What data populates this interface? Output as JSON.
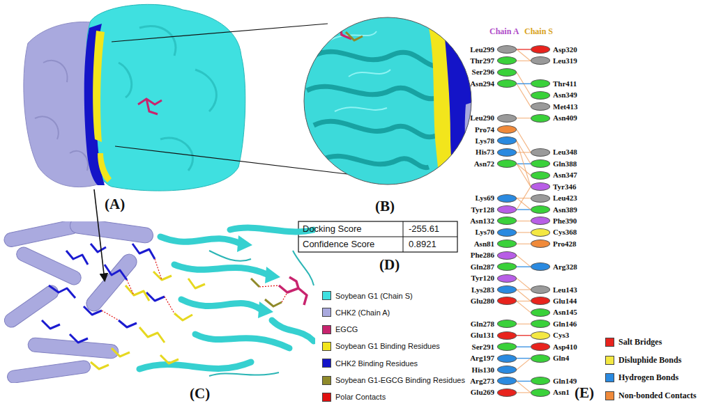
{
  "diagram": {
    "nodes": [
      {
        "text": [
          "Leu299"
        ]
      },
      {
        "text": [
          "Asp320"
        ]
      },
      {
        "text": [
          "Thr297"
        ]
      },
      {
        "text": [
          "Leu319"
        ]
      },
      {
        "text": [
          "Ser296"
        ]
      },
      {
        "text": [
          "Asn294"
        ]
      },
      {
        "text": [
          "Thr411"
        ]
      },
      {
        "text": [
          "Asn349"
        ]
      },
      {
        "text": [
          "Met413"
        ]
      },
      {
        "text": [
          "Leu290"
        ]
      },
      {
        "text": [
          "Asn409"
        ]
      },
      {
        "text": [
          "Pro74"
        ]
      },
      {
        "text": [
          "Lys78"
        ]
      },
      {
        "text": [
          "His73"
        ]
      },
      {
        "text": [
          "Leu348"
        ]
      },
      {
        "text": [
          "Asn72"
        ]
      },
      {
        "text": [
          "Gln388"
        ]
      },
      {
        "text": [
          "Asn347"
        ]
      },
      {
        "text": [
          "Tyr346"
        ]
      },
      {
        "text": [
          "Lys69"
        ]
      },
      {
        "text": [
          "Leu423"
        ]
      },
      {
        "text": [
          "Tyr128"
        ]
      },
      {
        "text": [
          "Asn389"
        ]
      },
      {
        "text": [
          "Asn132"
        ]
      },
      {
        "text": [
          "Phe390"
        ]
      },
      {
        "text": [
          "Lys70"
        ]
      },
      {
        "text": [
          "Cys368"
        ]
      },
      {
        "text": [
          "Asn81"
        ]
      },
      {
        "text": [
          "Pro428"
        ]
      },
      {
        "text": [
          "Phe286"
        ]
      },
      {
        "text": [
          "Gln287"
        ]
      },
      {
        "text": [
          "Arg328"
        ]
      },
      {
        "text": [
          "Tyr120"
        ]
      },
      {
        "text": [
          "Lys283"
        ]
      },
      {
        "text": [
          "Leu143"
        ]
      },
      {
        "text": [
          "Glu280"
        ]
      },
      {
        "text": [
          "Glu144"
        ]
      },
      {
        "text": [
          "Asn145"
        ]
      },
      {
        "text": [
          "Gln278"
        ]
      },
      {
        "text": [
          "Gln146"
        ]
      },
      {
        "text": [
          "Glu131"
        ]
      },
      {
        "text": [
          "Cys3"
        ]
      },
      {
        "text": [
          "Ser291"
        ]
      },
      {
        "text": [
          "Asp410"
        ]
      },
      {
        "text": [
          "Arg197"
        ]
      },
      {
        "text": [
          "Gln4"
        ]
      },
      {
        "text": [
          "His130"
        ]
      },
      {
        "text": [
          "Arg273"
        ]
      },
      {
        "text": [
          "Gln149"
        ]
      },
      {
        "text": [
          "Glu269"
        ]
      },
      {
        "text": [
          "Asn1"
        ]
      }
    ],
    "edges": [
      {
        "from": 0,
        "to": 1,
        "arrow": "none"
      },
      {
        "from": 0,
        "to": 3,
        "arrow": "none"
      },
      {
        "from": 2,
        "to": 3,
        "arrow": "none"
      },
      {
        "from": 4,
        "to": 7,
        "arrow": "none"
      },
      {
        "from": 5,
        "to": 6,
        "arrow": "none"
      },
      {
        "from": 5,
        "to": 8,
        "arrow": "none"
      },
      {
        "from": 9,
        "to": 10,
        "arrow": "none"
      },
      {
        "from": 11,
        "to": 14,
        "arrow": "none"
      },
      {
        "from": 12,
        "to": 16,
        "arrow": "none"
      },
      {
        "from": 13,
        "to": 14,
        "arrow": "none"
      },
      {
        "from": 15,
        "to": 16,
        "arrow": "none"
      },
      {
        "from": 15,
        "to": 17,
        "arrow": "none"
      },
      {
        "from": 15,
        "to": 18,
        "arrow": "none"
      },
      {
        "from": 19,
        "to": 20,
        "arrow": "none"
      },
      {
        "from": 12,
        "to": 18,
        "arrow": "none"
      },
      {
        "from": 21,
        "to": 22,
        "arrow": "none"
      },
      {
        "from": 21,
        "to": 18,
        "arrow": "none"
      },
      {
        "from": 23,
        "to": 24,
        "arrow": "none"
      },
      {
        "from": 25,
        "to": 26,
        "arrow": "none"
      },
      {
        "from": 19,
        "to": 22,
        "arrow": "none"
      },
      {
        "from": 27,
        "to": 28,
        "arrow": "none"
      },
      {
        "from": 29,
        "to": 31,
        "arrow": "none"
      },
      {
        "from": 30,
        "to": 31,
        "arrow": "none"
      },
      {
        "from": 32,
        "to": 34,
        "arrow": "none"
      },
      {
        "from": 33,
        "to": 34,
        "arrow": "none"
      },
      {
        "from": 33,
        "to": 36,
        "arrow": "none"
      },
      {
        "from": 35,
        "to": 36,
        "arrow": "none"
      },
      {
        "from": 35,
        "to": 37,
        "arrow": "none"
      },
      {
        "from": 38,
        "to": 39,
        "arrow": "none"
      },
      {
        "from": 40,
        "to": 41,
        "arrow": "none"
      },
      {
        "from": 42,
        "to": 43,
        "arrow": "none"
      },
      {
        "from": 44,
        "to": 45,
        "arrow": "none"
      },
      {
        "from": 46,
        "to": 45,
        "arrow": "none"
      },
      {
        "from": 47,
        "to": 48,
        "arrow": "none"
      },
      {
        "from": 47,
        "to": 50,
        "arrow": "none"
      },
      {
        "from": 49,
        "to": 50,
        "arrow": "none"
      }
    ],
    "labels": [
      "(A)",
      "(B)",
      "(C)",
      "(D)",
      "(E)",
      "Docking Score",
      "-255.61",
      "Confidence Score",
      "0.8921",
      "Chain A",
      "Chain S"
    ],
    "legend": [
      {
        "text": "Soybean G1 (Chain S)",
        "color": "#3fe0e0"
      },
      {
        "text": "CHK2 (Chain A)",
        "color": "#a9a9de"
      },
      {
        "text": "EGCG",
        "color": "#c8246e"
      },
      {
        "text": "Soybean G1 Binding Residues",
        "color": "#f2e51c"
      },
      {
        "text": "CHK2 Binding Residues",
        "color": "#1414c8"
      },
      {
        "text": "Soybean G1-EGCG Binding Residues",
        "color": "#8f8a2a"
      },
      {
        "text": "Polar Contacts",
        "color": "#e01010"
      },
      {
        "text": "Salt Bridges",
        "color": "#e8231d"
      },
      {
        "text": "Disluphide Bonds",
        "color": "#f4e842"
      },
      {
        "text": "Hydrogen Bonds",
        "color": "#2a8ae0"
      },
      {
        "text": "Non-bonded Contacts",
        "color": "#f08a3a"
      }
    ]
  }
}
